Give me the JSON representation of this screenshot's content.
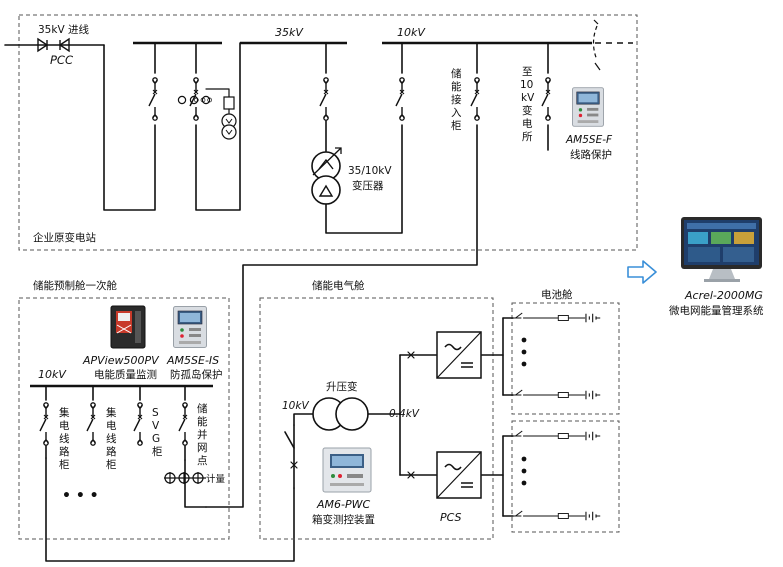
{
  "labels": {
    "incoming": "35kV 进线",
    "pcc": "PCC",
    "bus35": "35kV",
    "bus10": "10kV",
    "storage_access": "储能接入柜",
    "to_10kv_sub": "至10kV变电所",
    "am5se_f": "AM5SE-F",
    "line_protect": "线路保护",
    "transformer": "35/10kV",
    "transformer_name": "变压器",
    "substation": "企业原变电站",
    "prefab": "储能预制舱一次舱",
    "apview": "APView500PV",
    "pq_monitor": "电能质量监测",
    "am5se_is": "AM5SE-IS",
    "anti_island": "防孤岛保护",
    "prefab_bus": "10kV",
    "feeder": "集电线路柜",
    "svg_cab": "SVG柜",
    "grid_point": "储能并网点",
    "metering": "计量",
    "dots": "• • •",
    "elec_cabin": "储能电气舱",
    "step_up": "升压变",
    "e_10kv": "10kV",
    "e_04kv": "0.4kV",
    "am6_pwc": "AM6-PWC",
    "box_ctrl": "箱变测控装置",
    "pcs": "PCS",
    "battery": "电池舱",
    "acrel": "Acrel-2000MG",
    "mg_system": "微电网能量管理系统"
  },
  "colors": {
    "arrow": "#3a8fd8",
    "device_body": "#d9dde2",
    "device_dark": "#2b2b2b",
    "screen": "#1f3e6b"
  }
}
